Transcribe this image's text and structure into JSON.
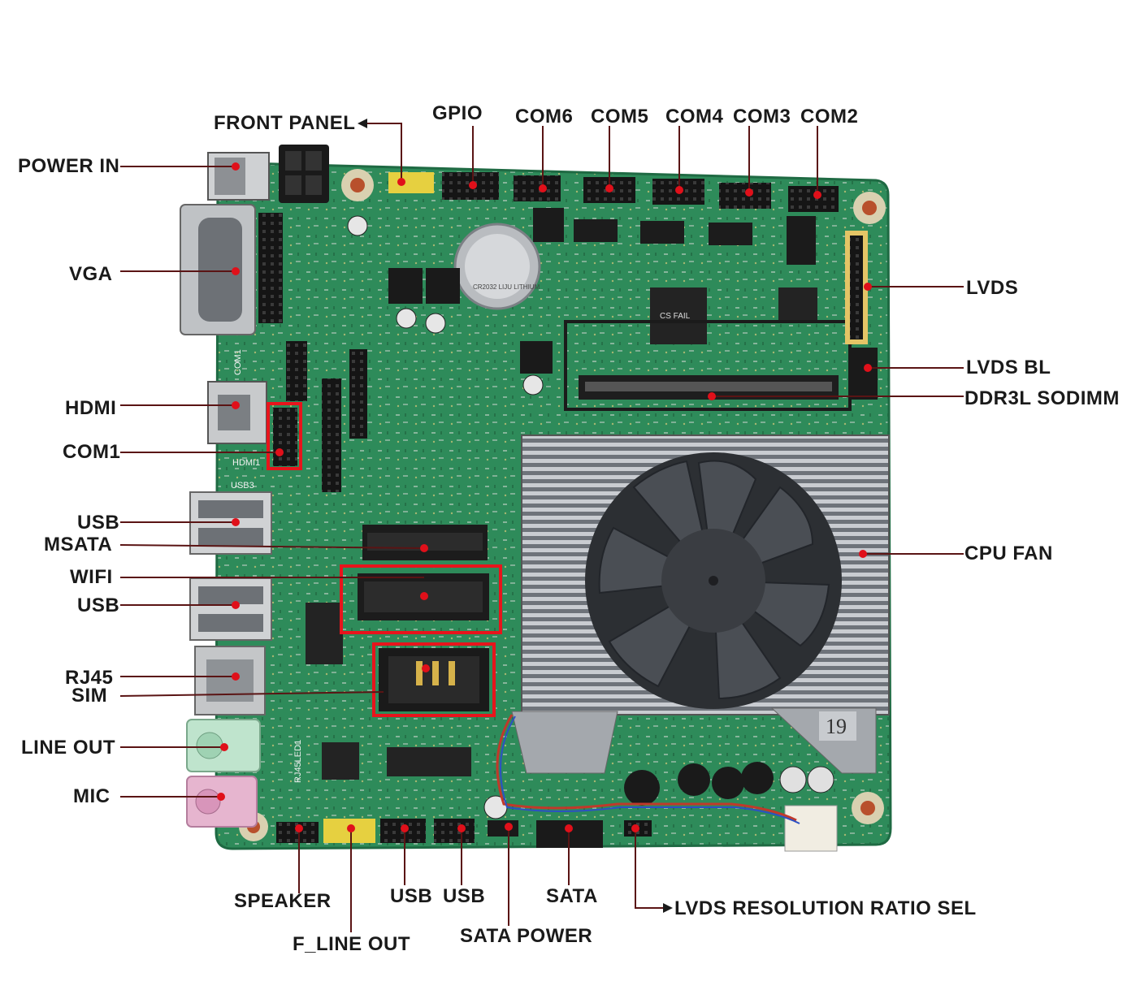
{
  "labels": {
    "power_in": "POWER IN",
    "vga": "VGA",
    "hdmi": "HDMI",
    "com1": "COM1",
    "usb_upper": "USB",
    "msata": "MSATA",
    "wifi": "WIFI",
    "usb_lower": "USB",
    "rj45": "RJ45",
    "sim": "SIM",
    "line_out": "LINE OUT",
    "mic": "MIC",
    "front_panel": "FRONT PANEL",
    "gpio": "GPIO",
    "com6": "COM6",
    "com5": "COM5",
    "com4": "COM4",
    "com3": "COM3",
    "com2": "COM2",
    "lvds": "LVDS",
    "lvds_bl": "LVDS BL",
    "ddr3l_sodimm": "DDR3L SODIMM",
    "cpu_fan": "CPU FAN",
    "speaker": "SPEAKER",
    "f_line_out": "F_LINE OUT",
    "usb_bottom_1": "USB",
    "usb_bottom_2": "USB",
    "sata": "SATA",
    "sata_power": "SATA POWER",
    "lvds_resolution_ratio_sel": "LVDS RESOLUTION RATIO SEL"
  },
  "board_markings": {
    "heatsink_number": "19",
    "port_label_hdmi": "HDMI1",
    "port_label_usb": "USB3",
    "port_label_com": "COM1",
    "port_label_rj45": "RJ45LED1",
    "cmos_battery": "CR2032 LIJU LITHIUM",
    "chip_label": "CS FAIL"
  },
  "colors": {
    "board_green": "#2f8d5c",
    "leader_line": "#5a1414",
    "marker_dot": "#e0101a",
    "highlight_box": "#e8141c",
    "heatsink": "#8a8f96",
    "fan_blade": "#3b3f44"
  }
}
